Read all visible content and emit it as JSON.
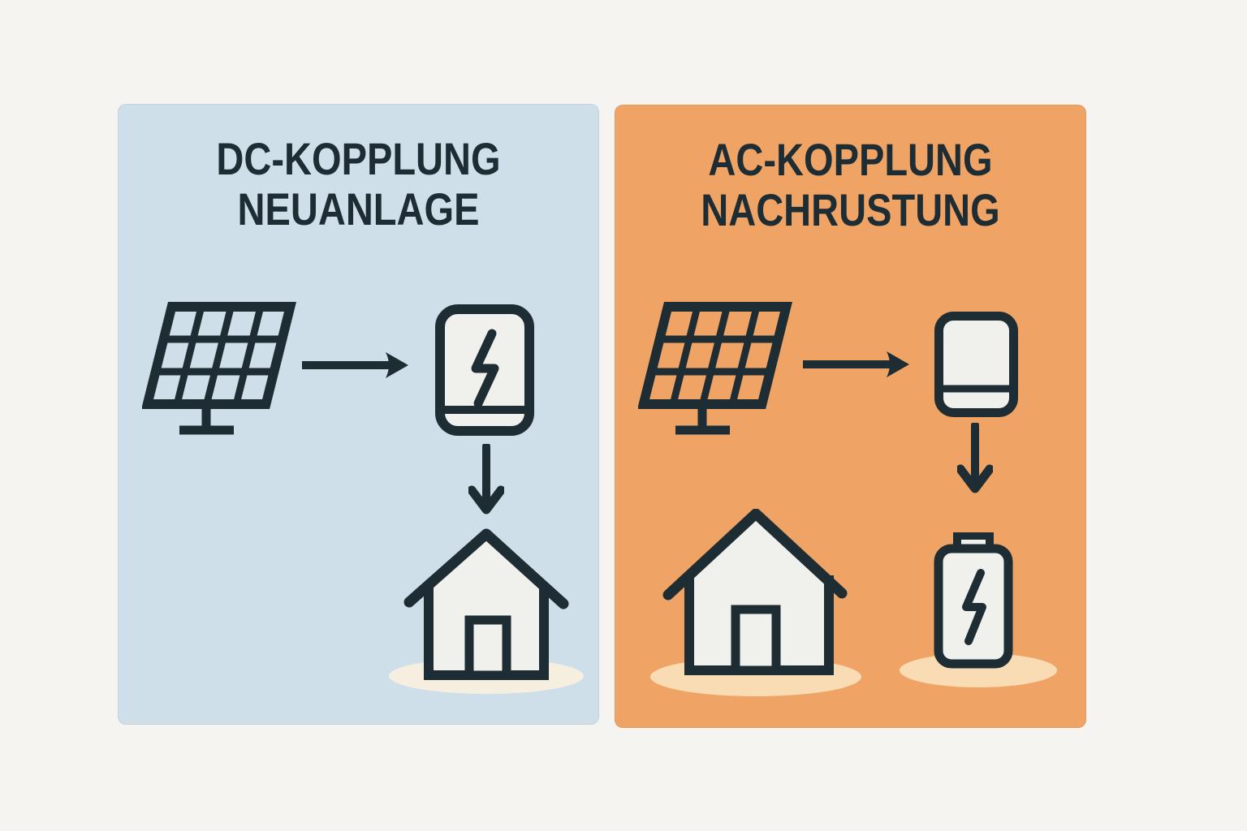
{
  "colors": {
    "background": "#f6f4f1",
    "ink": "#1e2c34",
    "panel_dc": "#cfdfe9",
    "panel_ac": "#efa466",
    "icon_fill": "#f0f1ed",
    "shadow_dc": "#f6eedf",
    "shadow_ac": "#fadcb4"
  },
  "panels": {
    "dc": {
      "title_line1": "DC-KOPPLUNG",
      "title_line2": "NEUANLAGE",
      "flow": [
        "solar-panel",
        "arrow-right",
        "inverter-with-bolt",
        "arrow-down",
        "house"
      ]
    },
    "ac": {
      "title_line1": "AC-KOPPLUNG",
      "title_line2": "NACHRUSTUNG",
      "flow": [
        "solar-panel",
        "arrow-right",
        "inverter",
        "arrow-down",
        "battery",
        "house"
      ]
    }
  }
}
